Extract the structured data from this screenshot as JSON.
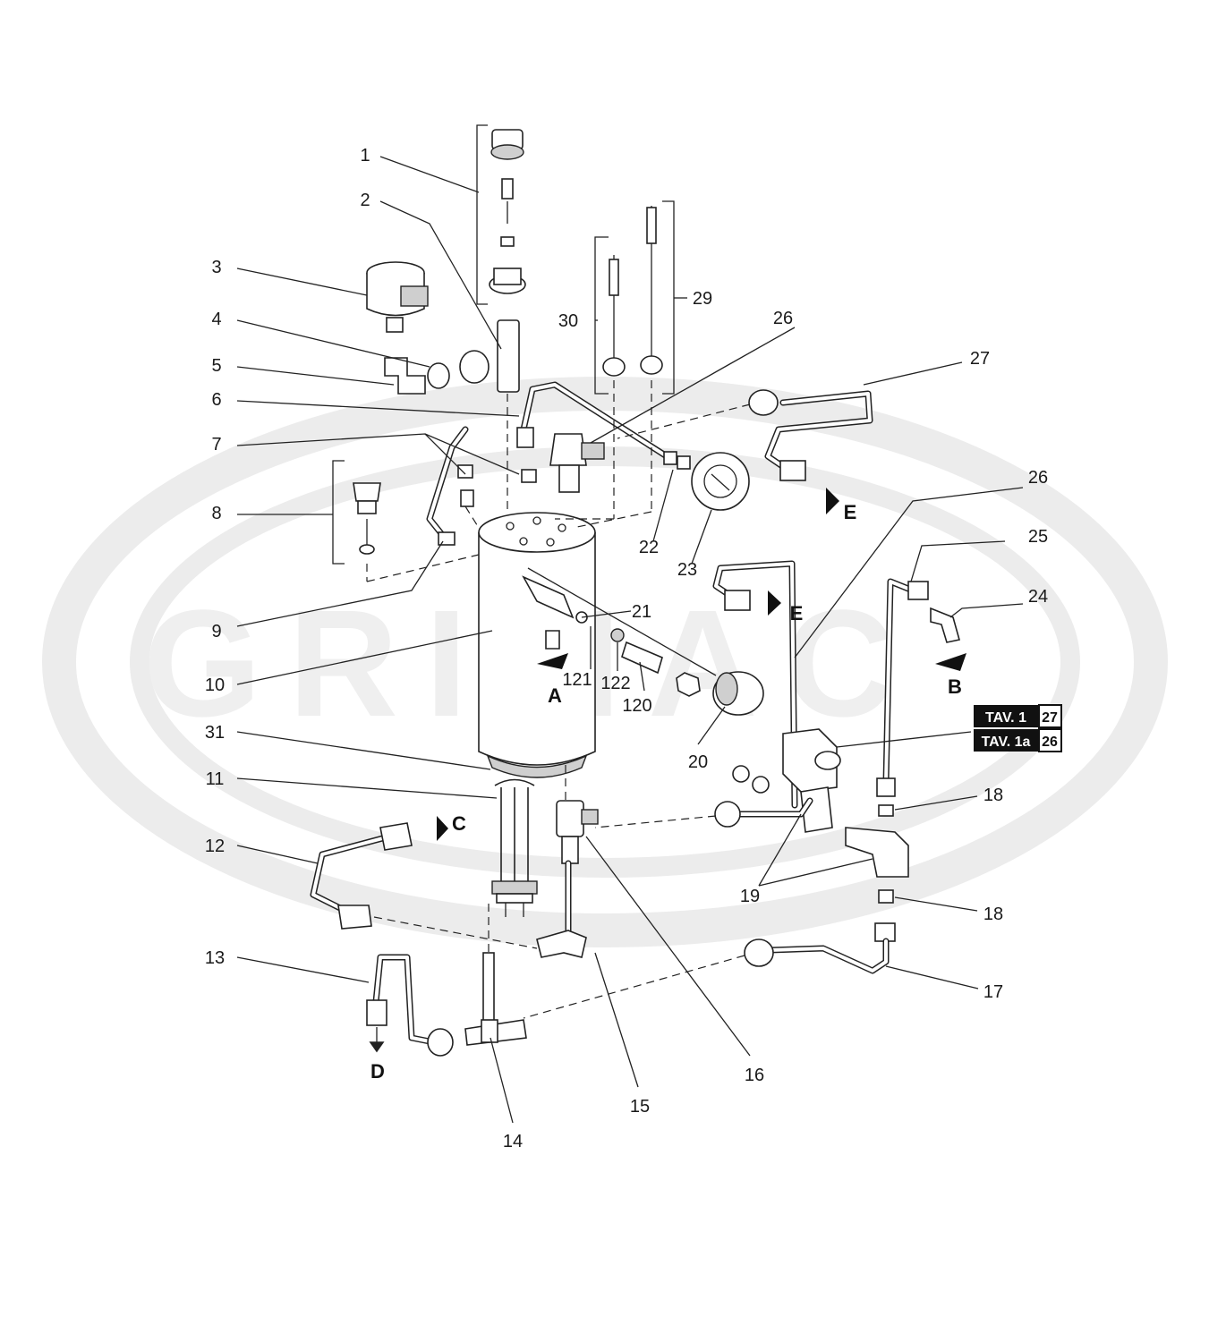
{
  "watermark": {
    "text": "GRIMAC"
  },
  "callouts": {
    "c1": "1",
    "c2": "2",
    "c3": "3",
    "c4": "4",
    "c5": "5",
    "c6": "6",
    "c7": "7",
    "c8": "8",
    "c9": "9",
    "c10": "10",
    "c11": "11",
    "c12": "12",
    "c13": "13",
    "c14": "14",
    "c15": "15",
    "c16": "16",
    "c17": "17",
    "c18a": "18",
    "c18b": "18",
    "c19": "19",
    "c20": "20",
    "c21": "21",
    "c22": "22",
    "c23": "23",
    "c24": "24",
    "c25": "25",
    "c26": "26",
    "c26b": "26",
    "c27": "27",
    "c29": "29",
    "c30": "30",
    "c31": "31",
    "c120": "120",
    "c121": "121",
    "c122": "122"
  },
  "connection_labels": {
    "A": "A",
    "B": "B",
    "C": "C",
    "D": "D",
    "E1": "E",
    "E2": "E"
  },
  "table_refs": [
    {
      "label": "TAV. 1",
      "number": "27"
    },
    {
      "label": "TAV. 1a",
      "number": "26"
    }
  ]
}
